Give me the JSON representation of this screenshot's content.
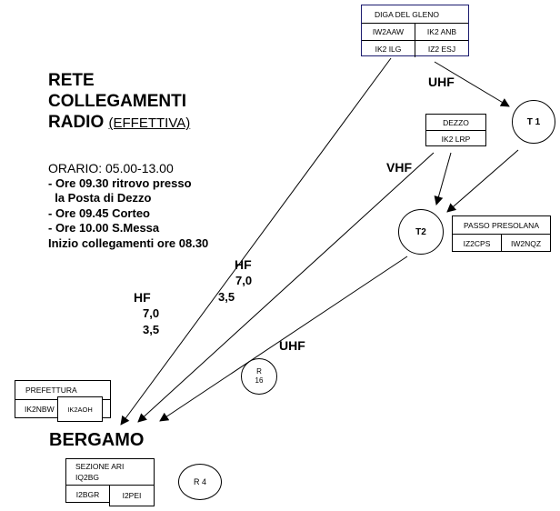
{
  "title": {
    "line1": "RETE",
    "line2": "COLLEGAMENTI",
    "line3": "RADIO",
    "subtitle": "(EFFETTIVA)"
  },
  "schedule": {
    "header": "ORARIO: 05.00-13.00",
    "items": [
      "- Ore 09.30 ritrovo presso",
      "  la Posta di Dezzo",
      "- Ore 09.45 Corteo",
      "- Ore 10.00 S.Messa",
      "Inizio collegamenti ore 08.30"
    ]
  },
  "stations": {
    "diga": {
      "name": "DIGA DEL GLENO",
      "calls": [
        "IW2AAW",
        "IK2 ANB",
        "IK2 ILG",
        "IZ2 ESJ"
      ]
    },
    "dezzo": {
      "name": "DEZZO",
      "calls": [
        "IK2 LRP"
      ]
    },
    "presolana": {
      "name": "PASSO PRESOLANA",
      "calls": [
        "IZ2CPS",
        "IW2NQZ"
      ]
    },
    "prefettura": {
      "name": "PREFETTURA",
      "calls": [
        "IK2NBW",
        "IK2AOH"
      ]
    },
    "sezione": {
      "name": "SEZIONE ARI",
      "call": "IQ2BG",
      "calls": [
        "I2BGR",
        "I2PEI"
      ]
    }
  },
  "nodes": {
    "t1": "T 1",
    "t2": "T2",
    "r16_line1": "R",
    "r16_line2": "16",
    "r4": "R 4"
  },
  "links": {
    "uhf_top": "UHF",
    "vhf": "VHF",
    "hf_right": "HF",
    "hf_right_f1": "7,0",
    "hf_right_f2": "3,5",
    "hf_left": "HF",
    "hf_left_f1": "7,0",
    "hf_left_f2": "3,5",
    "uhf_bottom": "UHF"
  },
  "destination": "BERGAMO",
  "colors": {
    "diga_border": "#1a1a6e",
    "line": "#000000"
  }
}
